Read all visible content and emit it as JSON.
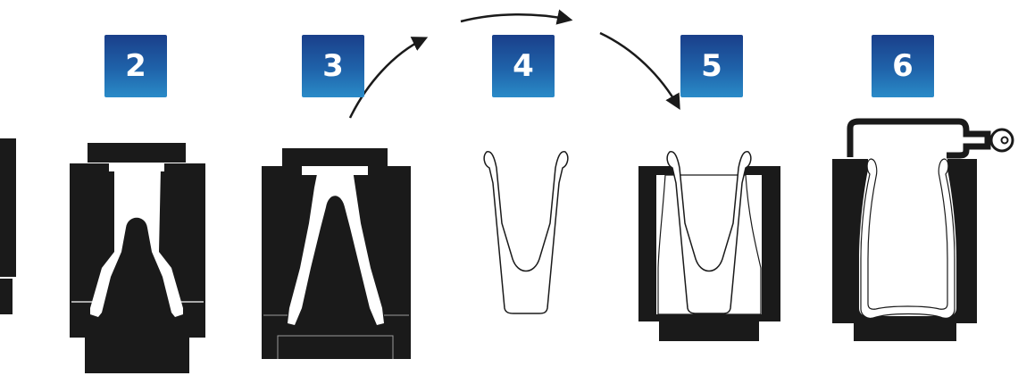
{
  "steps": [
    {
      "label": "2"
    },
    {
      "label": "3"
    },
    {
      "label": "4"
    },
    {
      "label": "5"
    },
    {
      "label": "6"
    }
  ],
  "colors": {
    "badge_top": "#1a3f8a",
    "badge_bottom": "#2a8bc8",
    "mold": "#1a1a1a",
    "part_outline": "#1a1a1a",
    "part_fill": "#ffffff"
  }
}
